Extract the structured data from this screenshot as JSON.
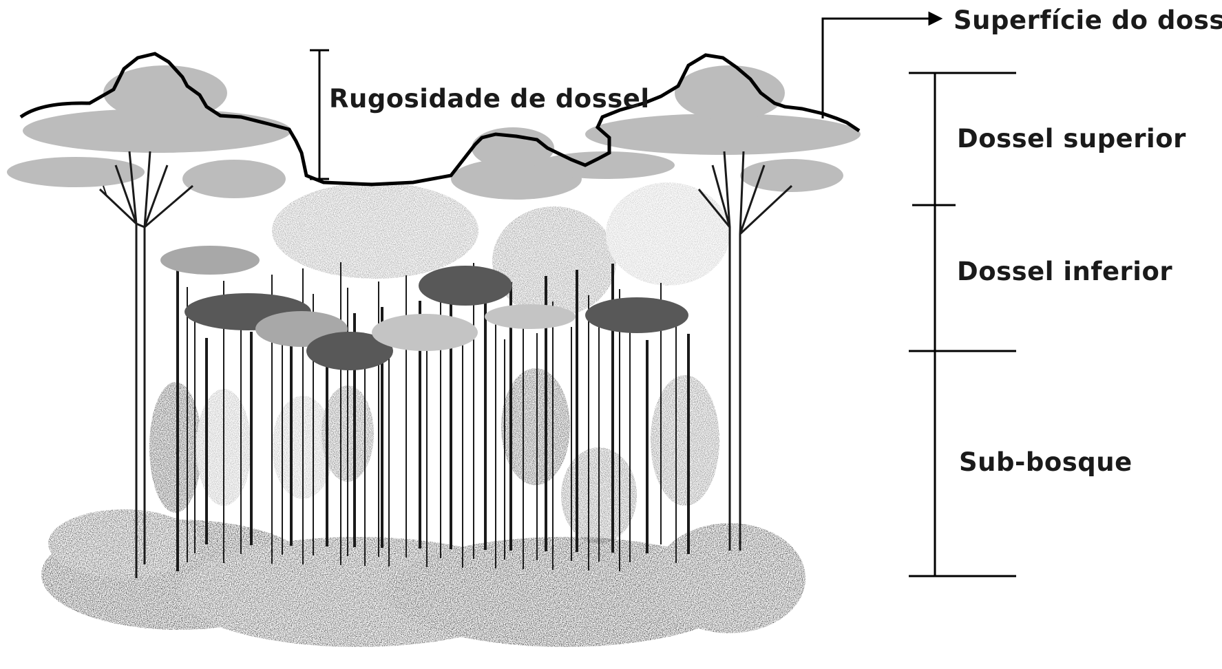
{
  "labels": {
    "canopy_surface": "Superfície do dossel",
    "canopy_roughness": "Rugosidade de dossel",
    "upper_canopy": "Dossel superior",
    "lower_canopy": "Dossel inferior",
    "understory": "Sub-bosque"
  },
  "colors": {
    "emergent_crown": "#bcbcbc",
    "lower_crown_light": "#a8a8a8",
    "lower_crown_dark": "#585858",
    "lower_crown_pale": "#c4c4c4",
    "trunk": "#1a1a1a",
    "outline": "#000000",
    "text": "#1a1a1a"
  }
}
